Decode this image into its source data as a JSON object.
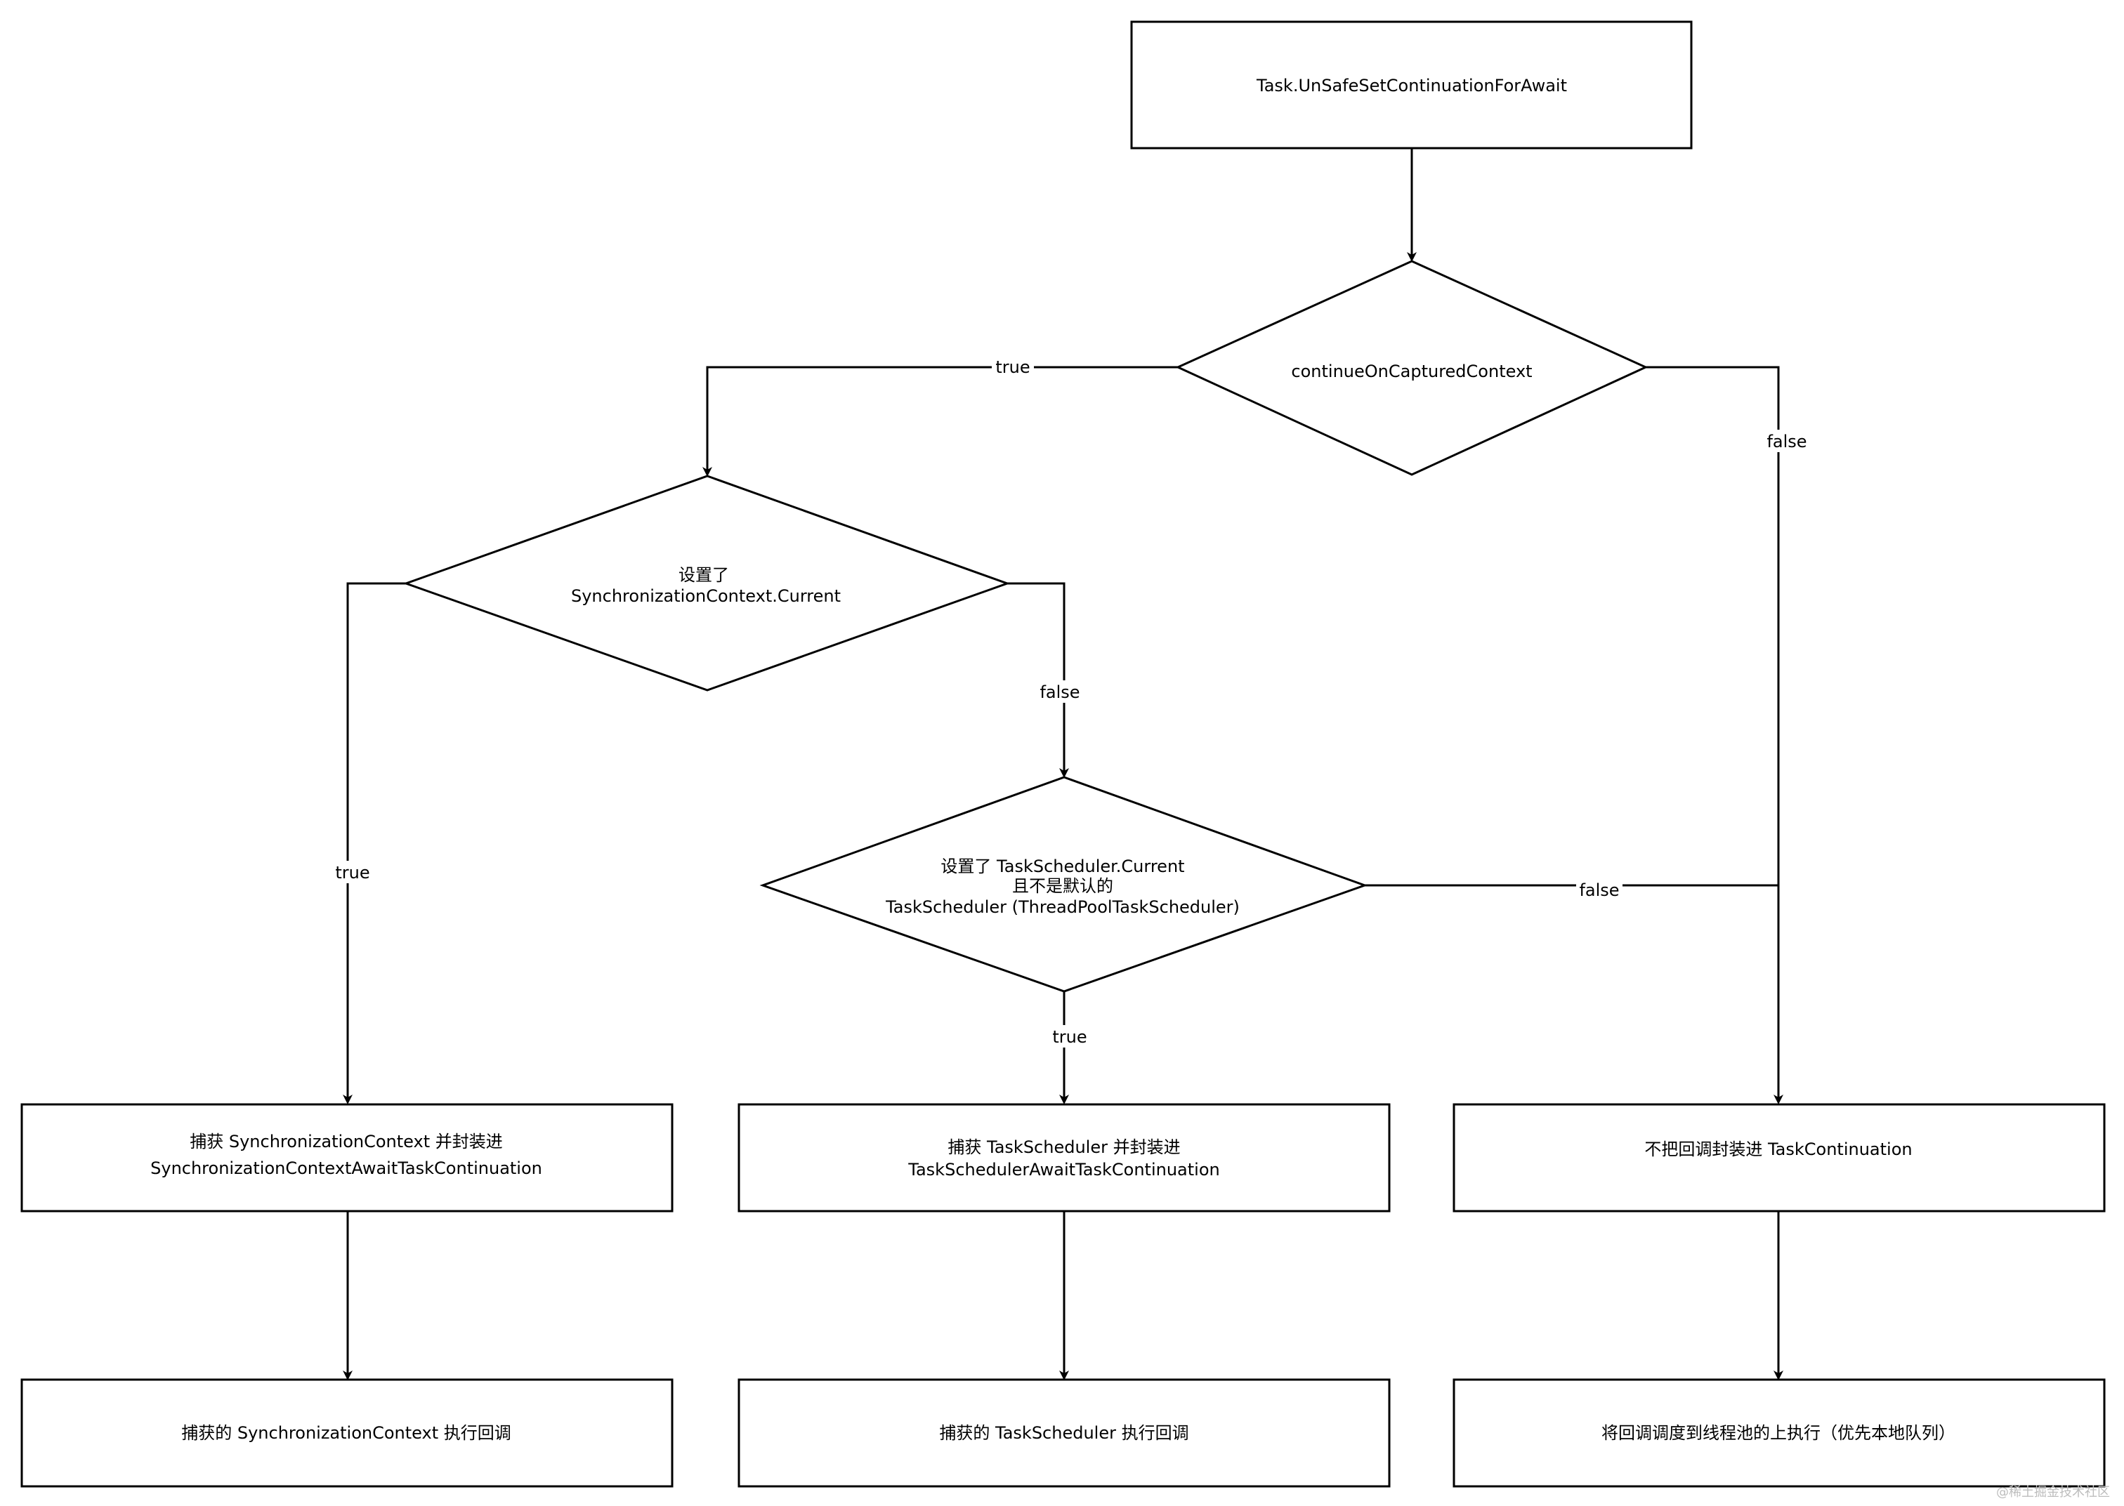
{
  "nodes": {
    "start": "Task.UnSafeSetContinuationForAwait",
    "decision_context": "continueOnCapturedContext",
    "decision_sync": [
      "设置了",
      "SynchronizationContext.Current"
    ],
    "decision_sched": [
      "设置了 TaskScheduler.Current",
      "且不是默认的",
      "TaskScheduler (ThreadPoolTaskScheduler)"
    ],
    "capture_sync": [
      "捕获 SynchronizationContext 并封装进",
      "SynchronizationContextAwaitTaskContinuation"
    ],
    "capture_sched": [
      "捕获 TaskScheduler 并封装进",
      "TaskSchedulerAwaitTaskContinuation"
    ],
    "no_wrap": "不把回调封装进 TaskContinuation",
    "exec_sync": "捕获的 SynchronizationContext 执行回调",
    "exec_sched": "捕获的 TaskScheduler 执行回调",
    "exec_pool": "将回调调度到线程池的上执行（优先本地队列）"
  },
  "edges": {
    "context_true": "true",
    "context_false": "false",
    "sync_true": "true",
    "sync_false": "false",
    "sched_true": "true",
    "sched_false": "false"
  },
  "watermark": "@稀土掘金技术社区"
}
